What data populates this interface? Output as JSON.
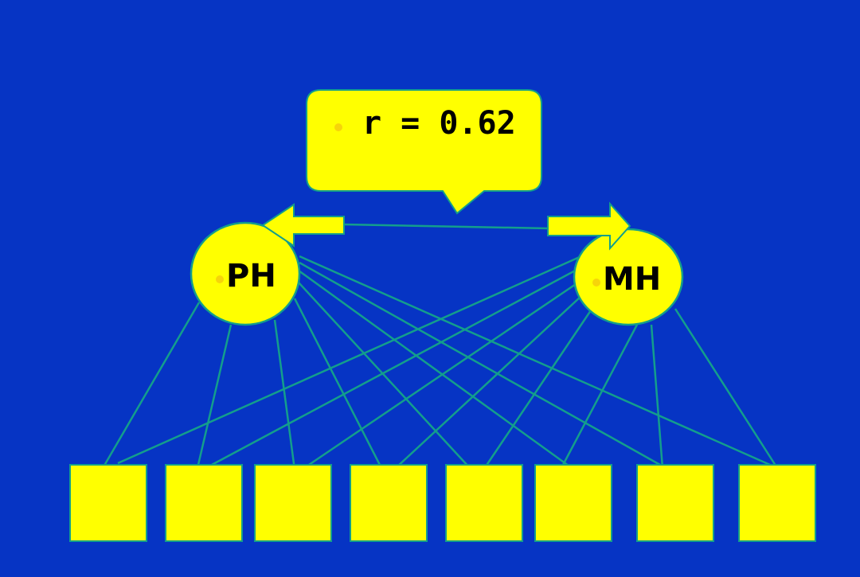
{
  "diagram": {
    "background_color": "#0634C4",
    "fill_color": "#FFFF00",
    "edge_color": "#139E8C",
    "bullet_color": "#F6D40A",
    "correlation": {
      "label": "r = 0.62"
    },
    "factors": [
      {
        "id": "ph",
        "label": "PH"
      },
      {
        "id": "mh",
        "label": "MH"
      }
    ],
    "indicators": [
      {
        "id": "item-1"
      },
      {
        "id": "item-2"
      },
      {
        "id": "item-3"
      },
      {
        "id": "item-4"
      },
      {
        "id": "item-5"
      },
      {
        "id": "item-6"
      },
      {
        "id": "item-7"
      },
      {
        "id": "item-8"
      }
    ]
  }
}
